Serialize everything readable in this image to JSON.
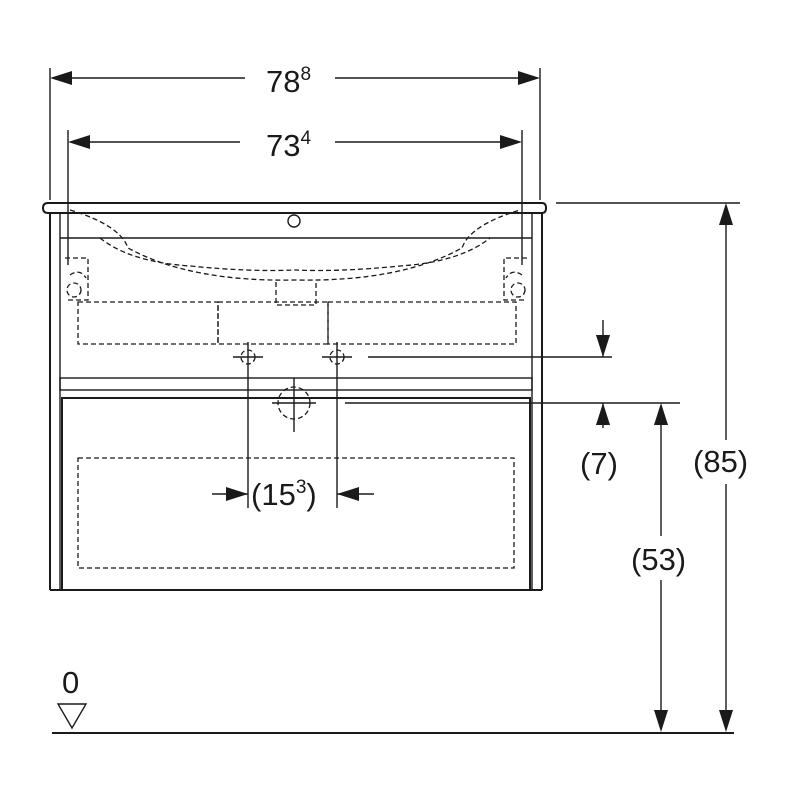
{
  "dimensions": {
    "overall_width": {
      "main": "78",
      "sup": "8"
    },
    "basin_width": {
      "main": "73",
      "sup": "4"
    },
    "drain_spacing": {
      "open": "(15",
      "sup": "3",
      "close": ")"
    },
    "drain_offset": "(7)",
    "total_height": "(85)",
    "drawer_top_height": "(53)"
  },
  "floor_level": {
    "label": "0"
  },
  "colors": {
    "line": "#1a1a1a",
    "background": "#ffffff"
  }
}
